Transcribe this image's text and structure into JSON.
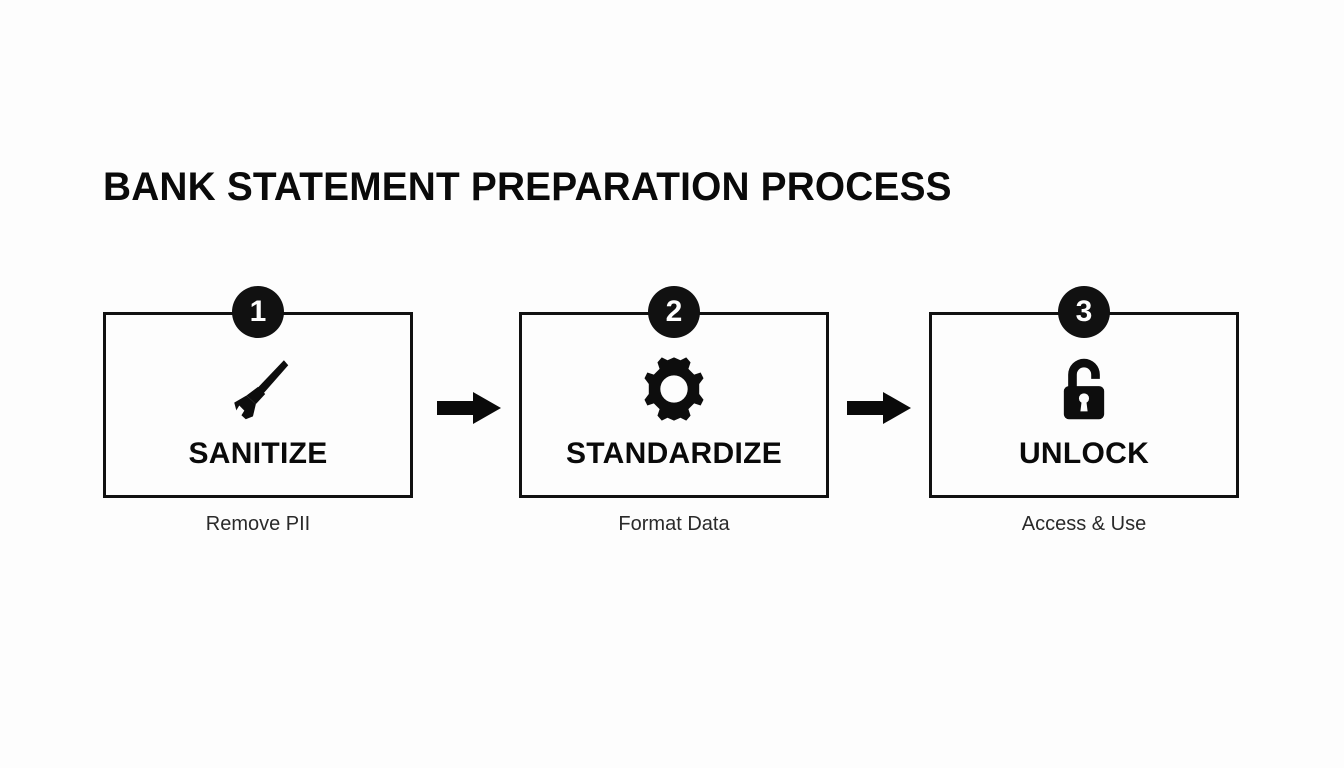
{
  "page": {
    "title": "BANK STATEMENT PREPARATION PROCESS",
    "background_color": "#fdfdfd",
    "ink_color": "#111111",
    "caption_color": "#2a2a2a"
  },
  "flow": {
    "steps": [
      {
        "number": "1",
        "label": "SANITIZE",
        "caption": "Remove PII",
        "icon": "broom-icon"
      },
      {
        "number": "2",
        "label": "STANDARDIZE",
        "caption": "Format Data",
        "icon": "gear-icon"
      },
      {
        "number": "3",
        "label": "UNLOCK",
        "caption": "Access & Use",
        "icon": "unlocked-padlock-icon"
      }
    ],
    "connectors": [
      {
        "name": "arrow-step1-to-step2",
        "direction": "right"
      },
      {
        "name": "arrow-step2-to-step3",
        "direction": "right"
      }
    ]
  }
}
